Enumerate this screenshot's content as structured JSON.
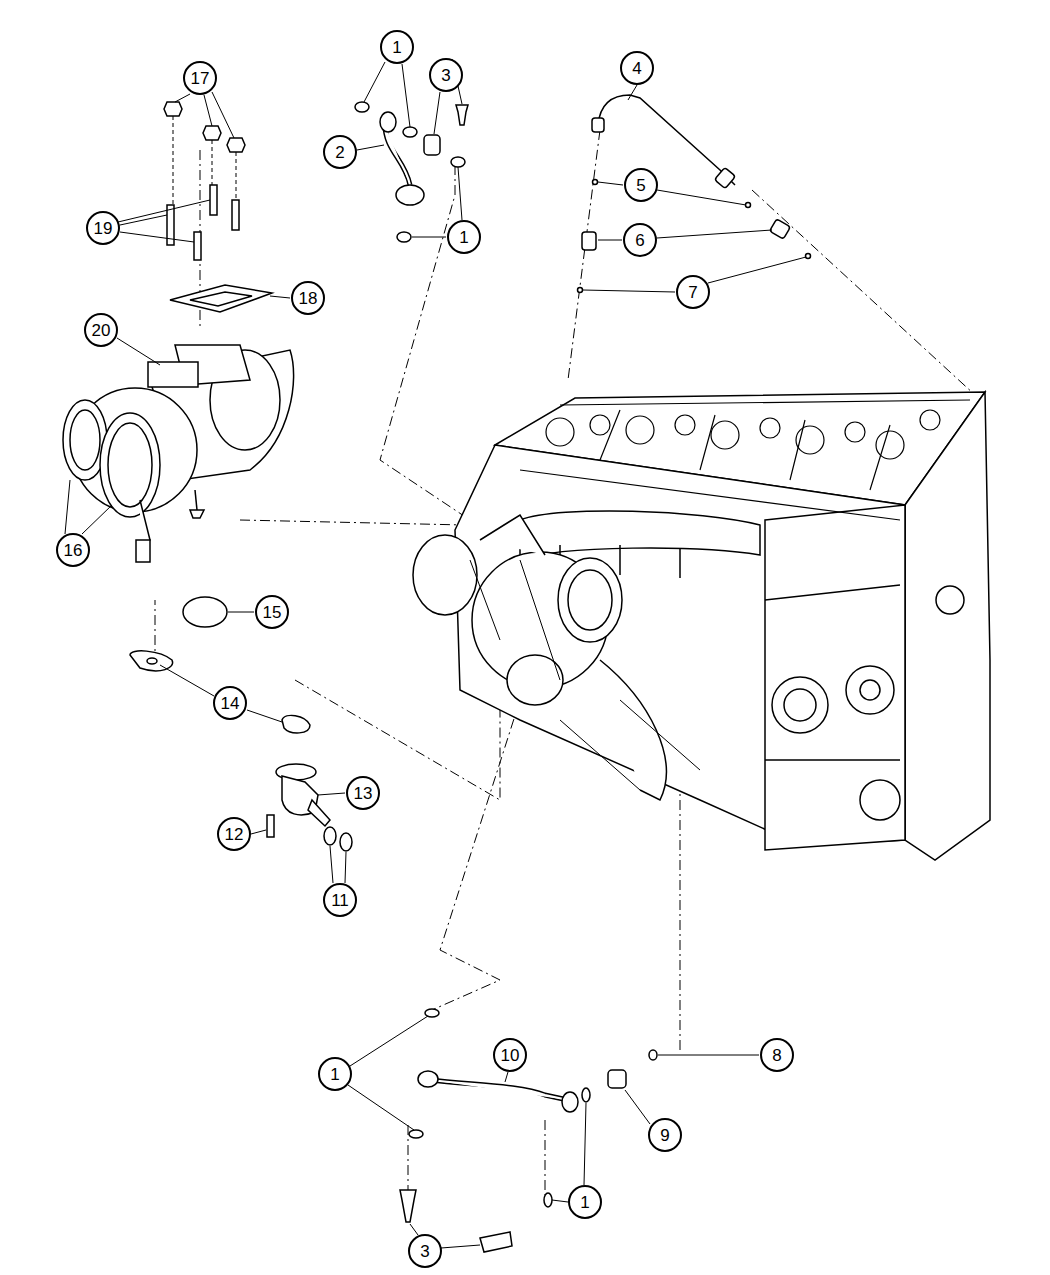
{
  "diagram": {
    "nodes": [
      {
        "text": [
          "17"
        ]
      },
      {
        "text": [
          "1"
        ]
      },
      {
        "text": [
          "3"
        ]
      },
      {
        "text": [
          "4"
        ]
      },
      {
        "text": [
          "2"
        ]
      },
      {
        "text": [
          "5"
        ]
      },
      {
        "text": [
          "19"
        ]
      },
      {
        "text": [
          "1"
        ]
      },
      {
        "text": [
          "6"
        ]
      },
      {
        "text": [
          "7"
        ]
      },
      {
        "text": [
          "18"
        ]
      },
      {
        "text": [
          "20"
        ]
      },
      {
        "text": [
          "16"
        ]
      },
      {
        "text": [
          "15"
        ]
      },
      {
        "text": [
          "14"
        ]
      },
      {
        "text": [
          "13"
        ]
      },
      {
        "text": [
          "12"
        ]
      },
      {
        "text": [
          "11"
        ]
      },
      {
        "text": [
          "1"
        ]
      },
      {
        "text": [
          "10"
        ]
      },
      {
        "text": [
          "8"
        ]
      },
      {
        "text": [
          "9"
        ]
      },
      {
        "text": [
          "1"
        ]
      },
      {
        "text": [
          "3"
        ]
      }
    ]
  }
}
